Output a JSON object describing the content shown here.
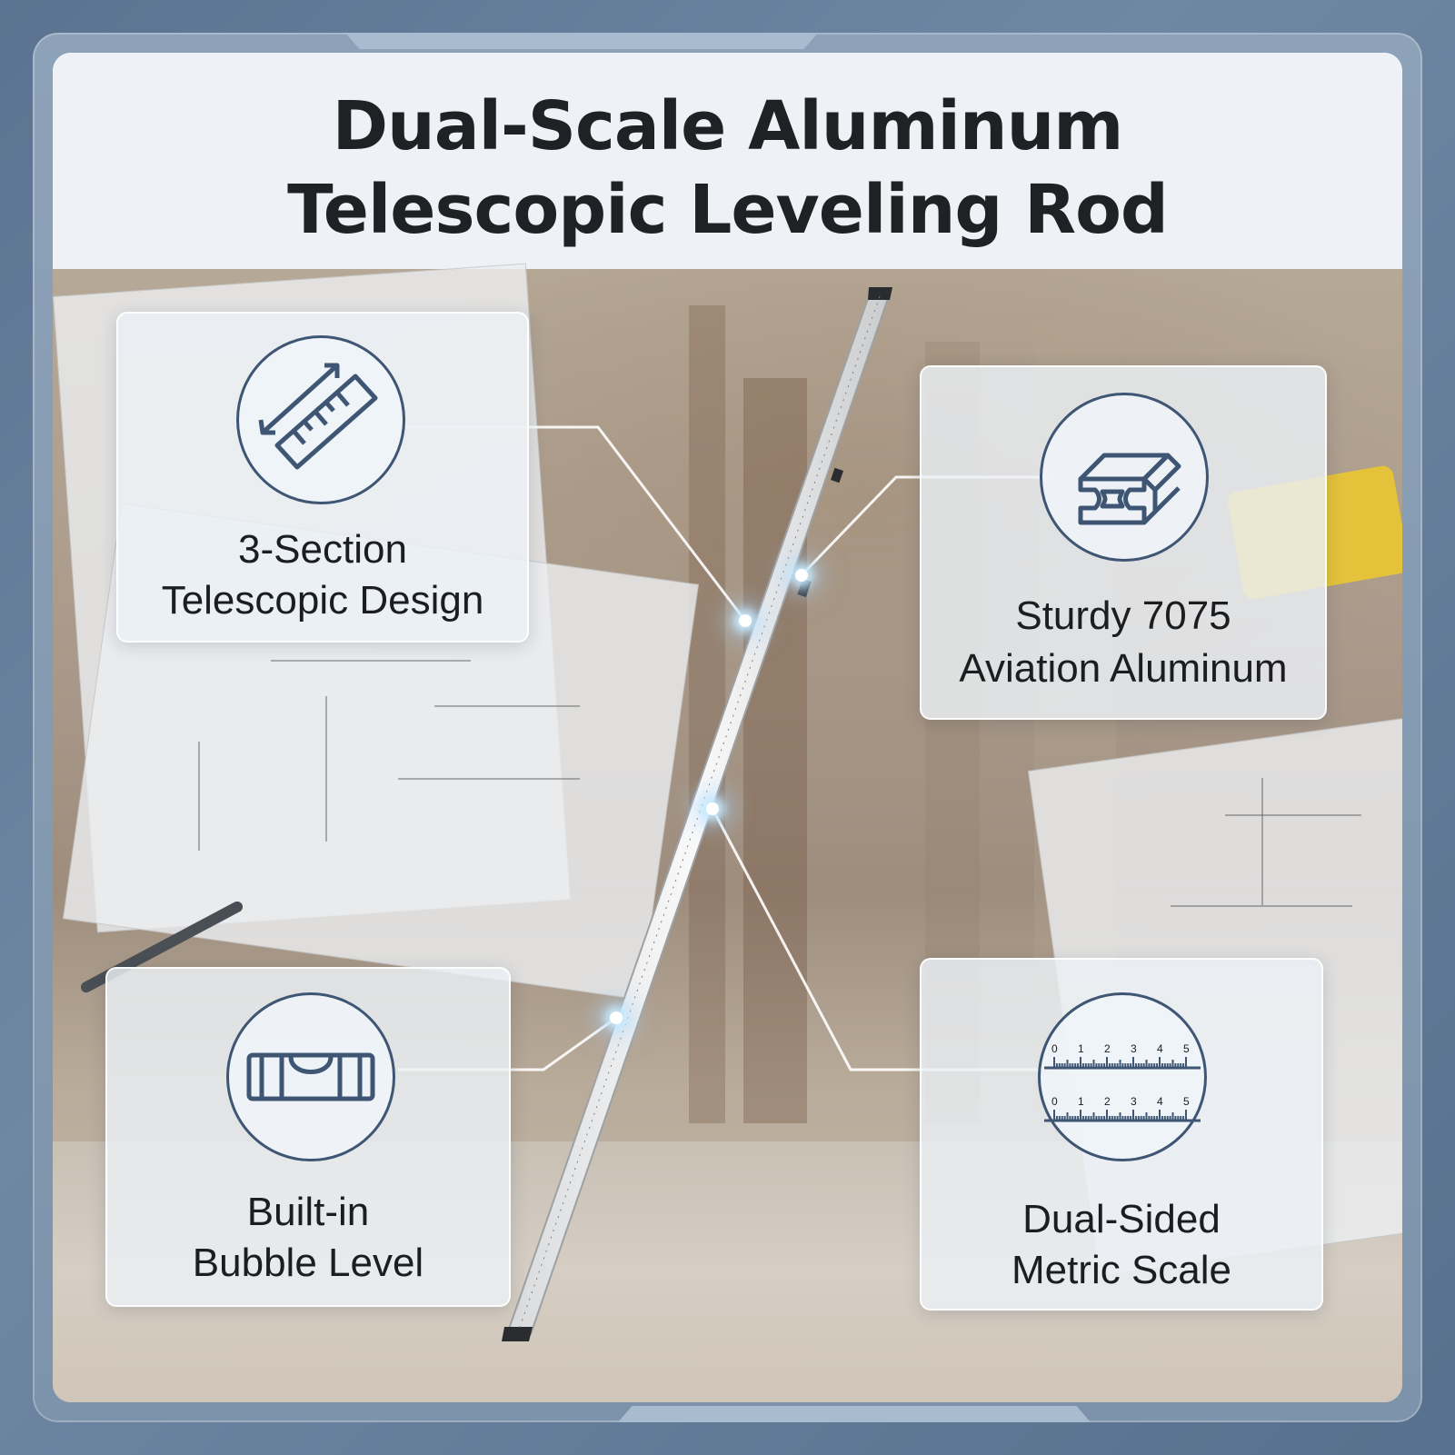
{
  "title": {
    "line1": "Dual-Scale Aluminum",
    "line2": "Telescopic Leveling Rod"
  },
  "features": [
    {
      "line1": "3-Section",
      "line2": "Telescopic Design",
      "icon": "ruler-arrow-icon"
    },
    {
      "line1": "Sturdy 7075",
      "line2": "Aviation Aluminum",
      "icon": "aluminum-profile-icon"
    },
    {
      "line1": "Built-in",
      "line2": "Bubble Level",
      "icon": "bubble-level-icon"
    },
    {
      "line1": "Dual-Sided",
      "line2": "Metric Scale",
      "icon": "dual-scale-icon"
    }
  ],
  "scale_ticks": [
    "0",
    "1",
    "2",
    "3",
    "4",
    "5"
  ],
  "colors": {
    "icon_stroke": "#3e5674",
    "title_text": "#1f2124",
    "frame": "#7c93ab"
  }
}
